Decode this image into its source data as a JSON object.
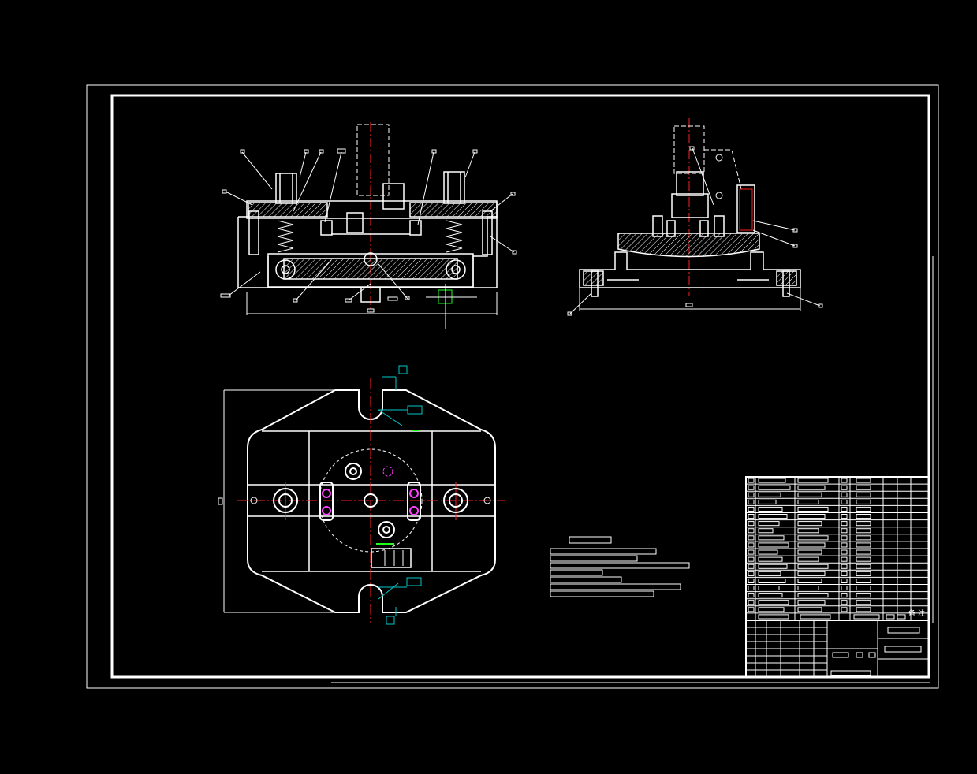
{
  "drawing": {
    "background": "#000000",
    "line_color": "#ffffff",
    "centerline_color": "#ff2020",
    "hatch_color": "#ffffff",
    "dimension_color": "#00c8c8",
    "highlight_color": "#ff40ff",
    "accent_green": "#20ff20",
    "remark_text": "备 注"
  },
  "views": {
    "front": "front-section-view",
    "side": "side-section-view",
    "top": "top-plan-view"
  }
}
